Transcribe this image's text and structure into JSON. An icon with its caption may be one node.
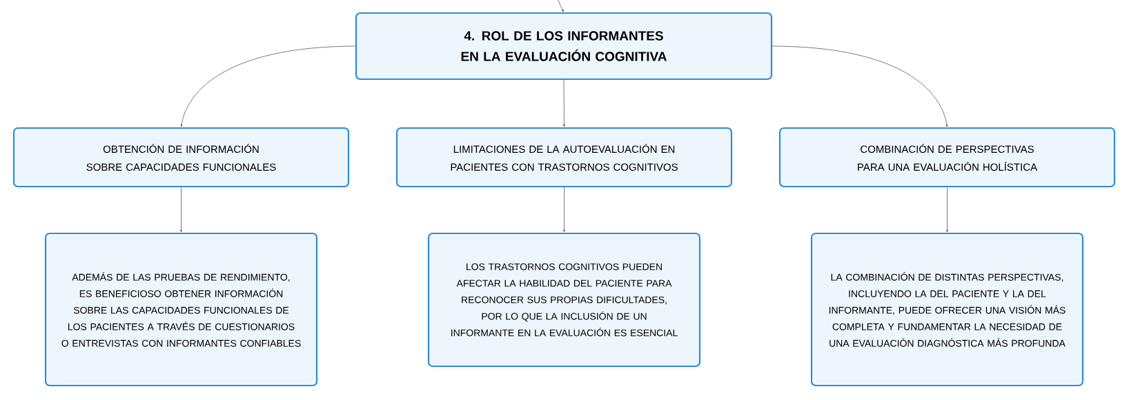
{
  "diagram": {
    "nodes": [
      {
        "text": [
          "4. ROL DE LOS INFORMANTES EN LA EVALUACIÓN COGNITIVA"
        ]
      },
      {
        "text": [
          "OBTENCIÓN DE INFORMACIÓN SOBRE CAPACIDADES FUNCIONALES"
        ]
      },
      {
        "text": [
          "LIMITACIONES DE LA AUTOEVALUACIÓN EN PACIENTES CON TRASTORNOS COGNITIVOS"
        ]
      },
      {
        "text": [
          "COMBINACIÓN DE PERSPECTIVAS PARA UNA EVALUACIÓN HOLÍSTICA"
        ]
      },
      {
        "text": [
          "ADEMÁS DE LAS PRUEBAS DE RENDIMIENTO, ES BENEFICIOSO OBTENER INFORMACIÓN SOBRE LAS CAPACIDADES FUNCIONALES DE LOS PACIENTES A TRAVÉS DE CUESTIONARIOS O ENTREVISTAS CON INFORMANTES CONFIABLES"
        ]
      },
      {
        "text": [
          "LOS TRASTORNOS COGNITIVOS PUEDEN AFECTAR LA HABILIDAD DEL PACIENTE PARA RECONOCER SUS PROPIAS DIFICULTADES, POR LO QUE LA INCLUSIÓN DE UN INFORMANTE EN LA EVALUACIÓN ES ESENCIAL"
        ]
      },
      {
        "text": [
          "LA COMBINACIÓN DE DISTINTAS PERSPECTIVAS, INCLUYENDO LA DEL PACIENTE Y LA DEL INFORMANTE, PUEDE OFRECER UNA VISIÓN MÁS COMPLETA Y FUNDAMENTAR LA NECESIDAD DE UNA EVALUACIÓN DIAGNÓSTICA MÁS PROFUNDA"
        ]
      }
    ],
    "edges": [
      {
        "from": null,
        "to": 0,
        "arrow": "to"
      },
      {
        "from": 0,
        "to": 1,
        "arrow": "to"
      },
      {
        "from": 0,
        "to": 2,
        "arrow": "to"
      },
      {
        "from": 0,
        "to": 3,
        "arrow": "to"
      },
      {
        "from": 1,
        "to": 4,
        "arrow": "to"
      },
      {
        "from": 2,
        "to": 5,
        "arrow": "to"
      },
      {
        "from": 3,
        "to": 6,
        "arrow": "to"
      }
    ]
  }
}
